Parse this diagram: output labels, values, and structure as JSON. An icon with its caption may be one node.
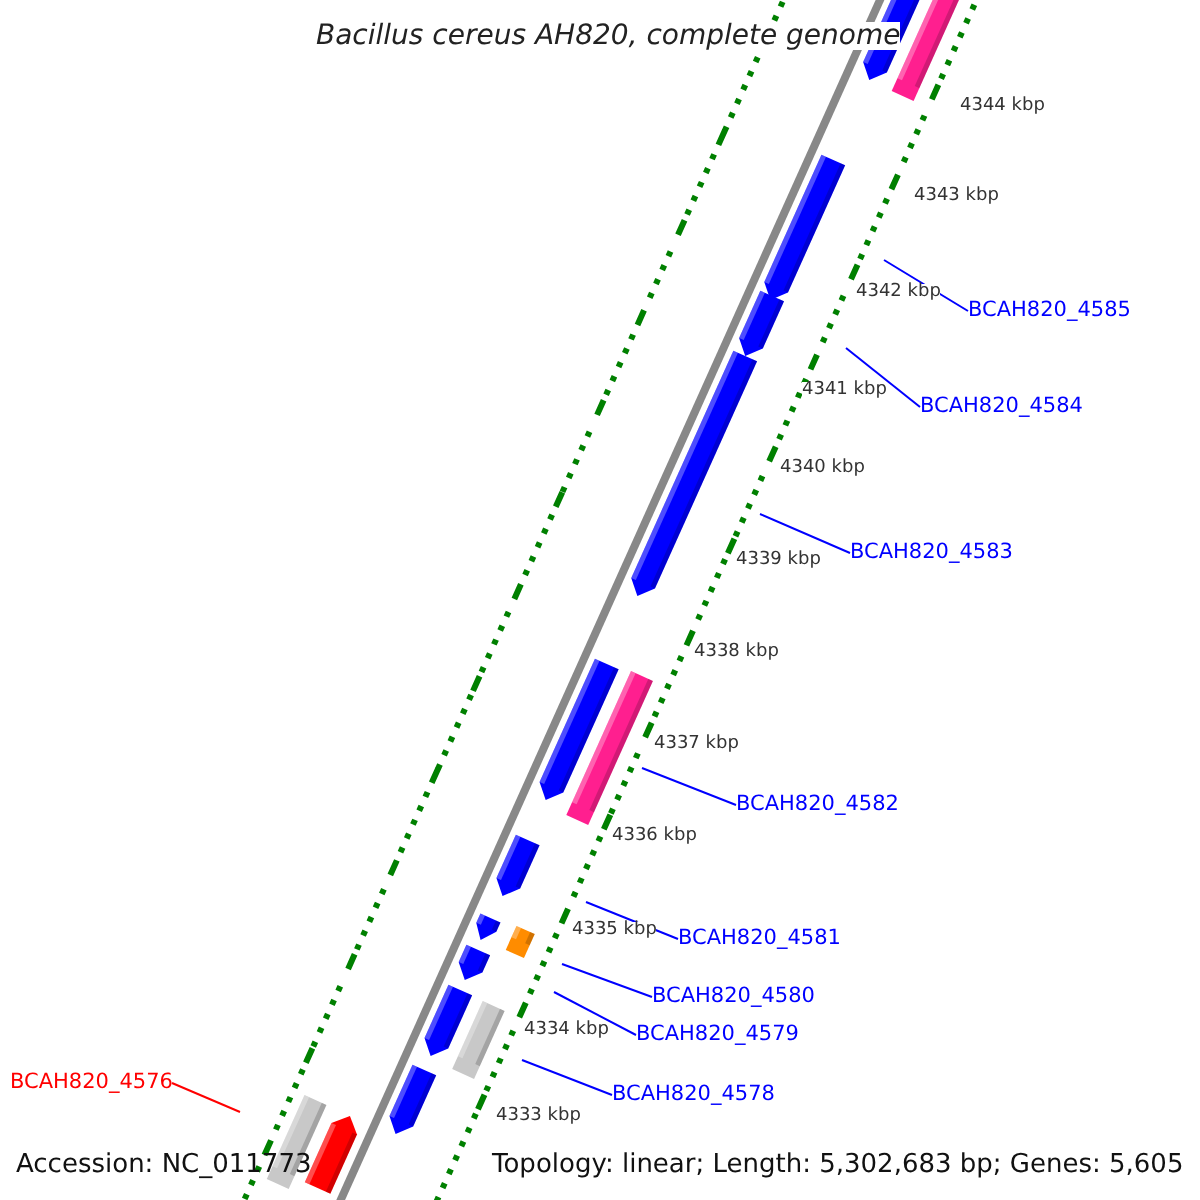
{
  "diagram": {
    "title": "Bacillus cereus AH820, complete genome",
    "nodes": [
      {
        "text": [
          "BCAH820_4585"
        ]
      },
      {
        "text": [
          "BCAH820_4584"
        ]
      },
      {
        "text": [
          "BCAH820_4583"
        ]
      },
      {
        "text": [
          "BCAH820_4582"
        ]
      },
      {
        "text": [
          "BCAH820_4581"
        ]
      },
      {
        "text": [
          "BCAH820_4580"
        ]
      },
      {
        "text": [
          "BCAH820_4579"
        ]
      },
      {
        "text": [
          "BCAH820_4578"
        ]
      },
      {
        "text": [
          "BCAH820_4576"
        ]
      }
    ],
    "edges": [
      {
        "from": 0,
        "to": null,
        "arrow": "none"
      },
      {
        "from": 1,
        "to": null,
        "arrow": "none"
      },
      {
        "from": 2,
        "to": null,
        "arrow": "none"
      },
      {
        "from": 3,
        "to": null,
        "arrow": "none"
      },
      {
        "from": 4,
        "to": null,
        "arrow": "none"
      },
      {
        "from": 5,
        "to": null,
        "arrow": "none"
      },
      {
        "from": 6,
        "to": null,
        "arrow": "none"
      },
      {
        "from": 7,
        "to": null,
        "arrow": "none"
      },
      {
        "from": 8,
        "to": null,
        "arrow": "none",
        "color": "#ff0000"
      }
    ],
    "labels": [
      "4344 kbp",
      "4343 kbp",
      "4342 kbp",
      "4341 kbp",
      "4340 kbp",
      "4339 kbp",
      "4338 kbp",
      "4337 kbp",
      "4336 kbp",
      "4335 kbp",
      "4334 kbp",
      "4333 kbp",
      "Accession: NC_011773",
      "Topology: linear; Length: 5,302,683 bp; Genes: 5,605"
    ]
  }
}
